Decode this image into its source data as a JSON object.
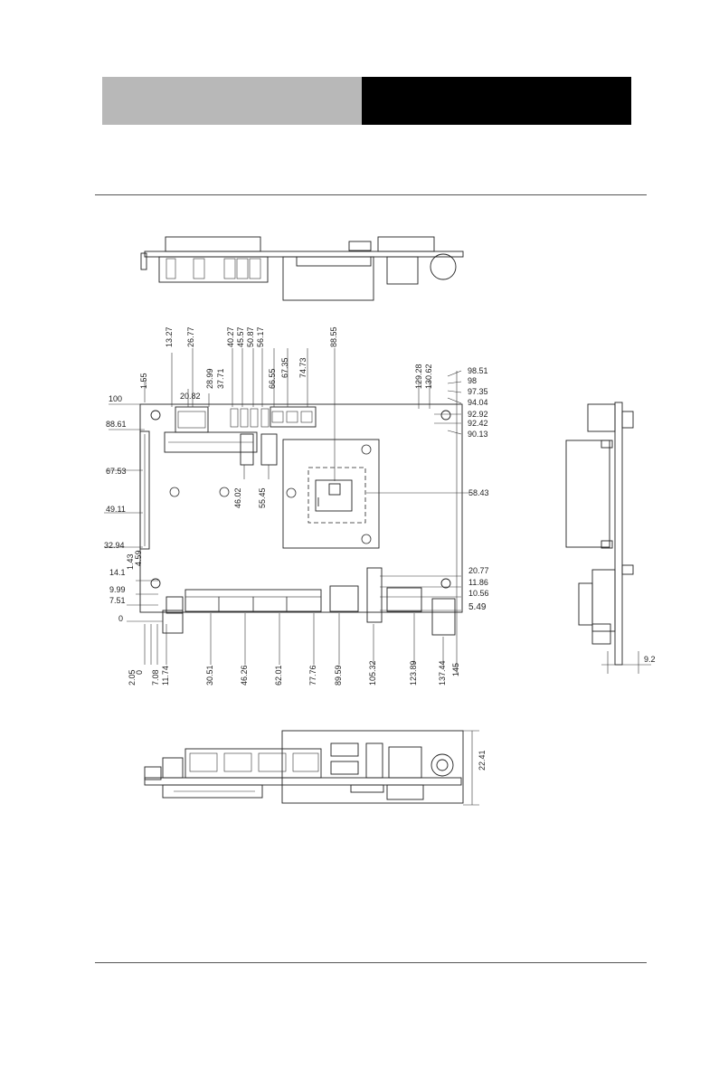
{
  "dimensions": {
    "top_x": [
      "13.27",
      "20.82",
      "26.77",
      "28.99",
      "37.71",
      "40.27",
      "45.57",
      "50.87",
      "56.17",
      "66.55",
      "67.35",
      "74.73",
      "88.55",
      "129.28",
      "130.62"
    ],
    "right_y": [
      "98.51",
      "98",
      "97.35",
      "94.04",
      "92.92",
      "92.42",
      "90.13"
    ],
    "left_y": [
      "100",
      "88.61",
      "67.53",
      "49.11",
      "32.94",
      "14.1",
      "9.99",
      "7.51",
      "0"
    ],
    "left_small": [
      "1.55",
      "4.59",
      "1.43"
    ],
    "mid": [
      "46.02",
      "55.45",
      "58.43"
    ],
    "right_lower_y": [
      "20.77",
      "11.86",
      "10.56",
      "5.49"
    ],
    "bottom_x": [
      "2.05",
      "0",
      "7.08",
      "11.74",
      "30.51",
      "46.26",
      "62.01",
      "77.76",
      "89.59",
      "105.32",
      "123.89",
      "137.44",
      "145"
    ],
    "side_width": "9.2",
    "front_height": "22.41"
  }
}
